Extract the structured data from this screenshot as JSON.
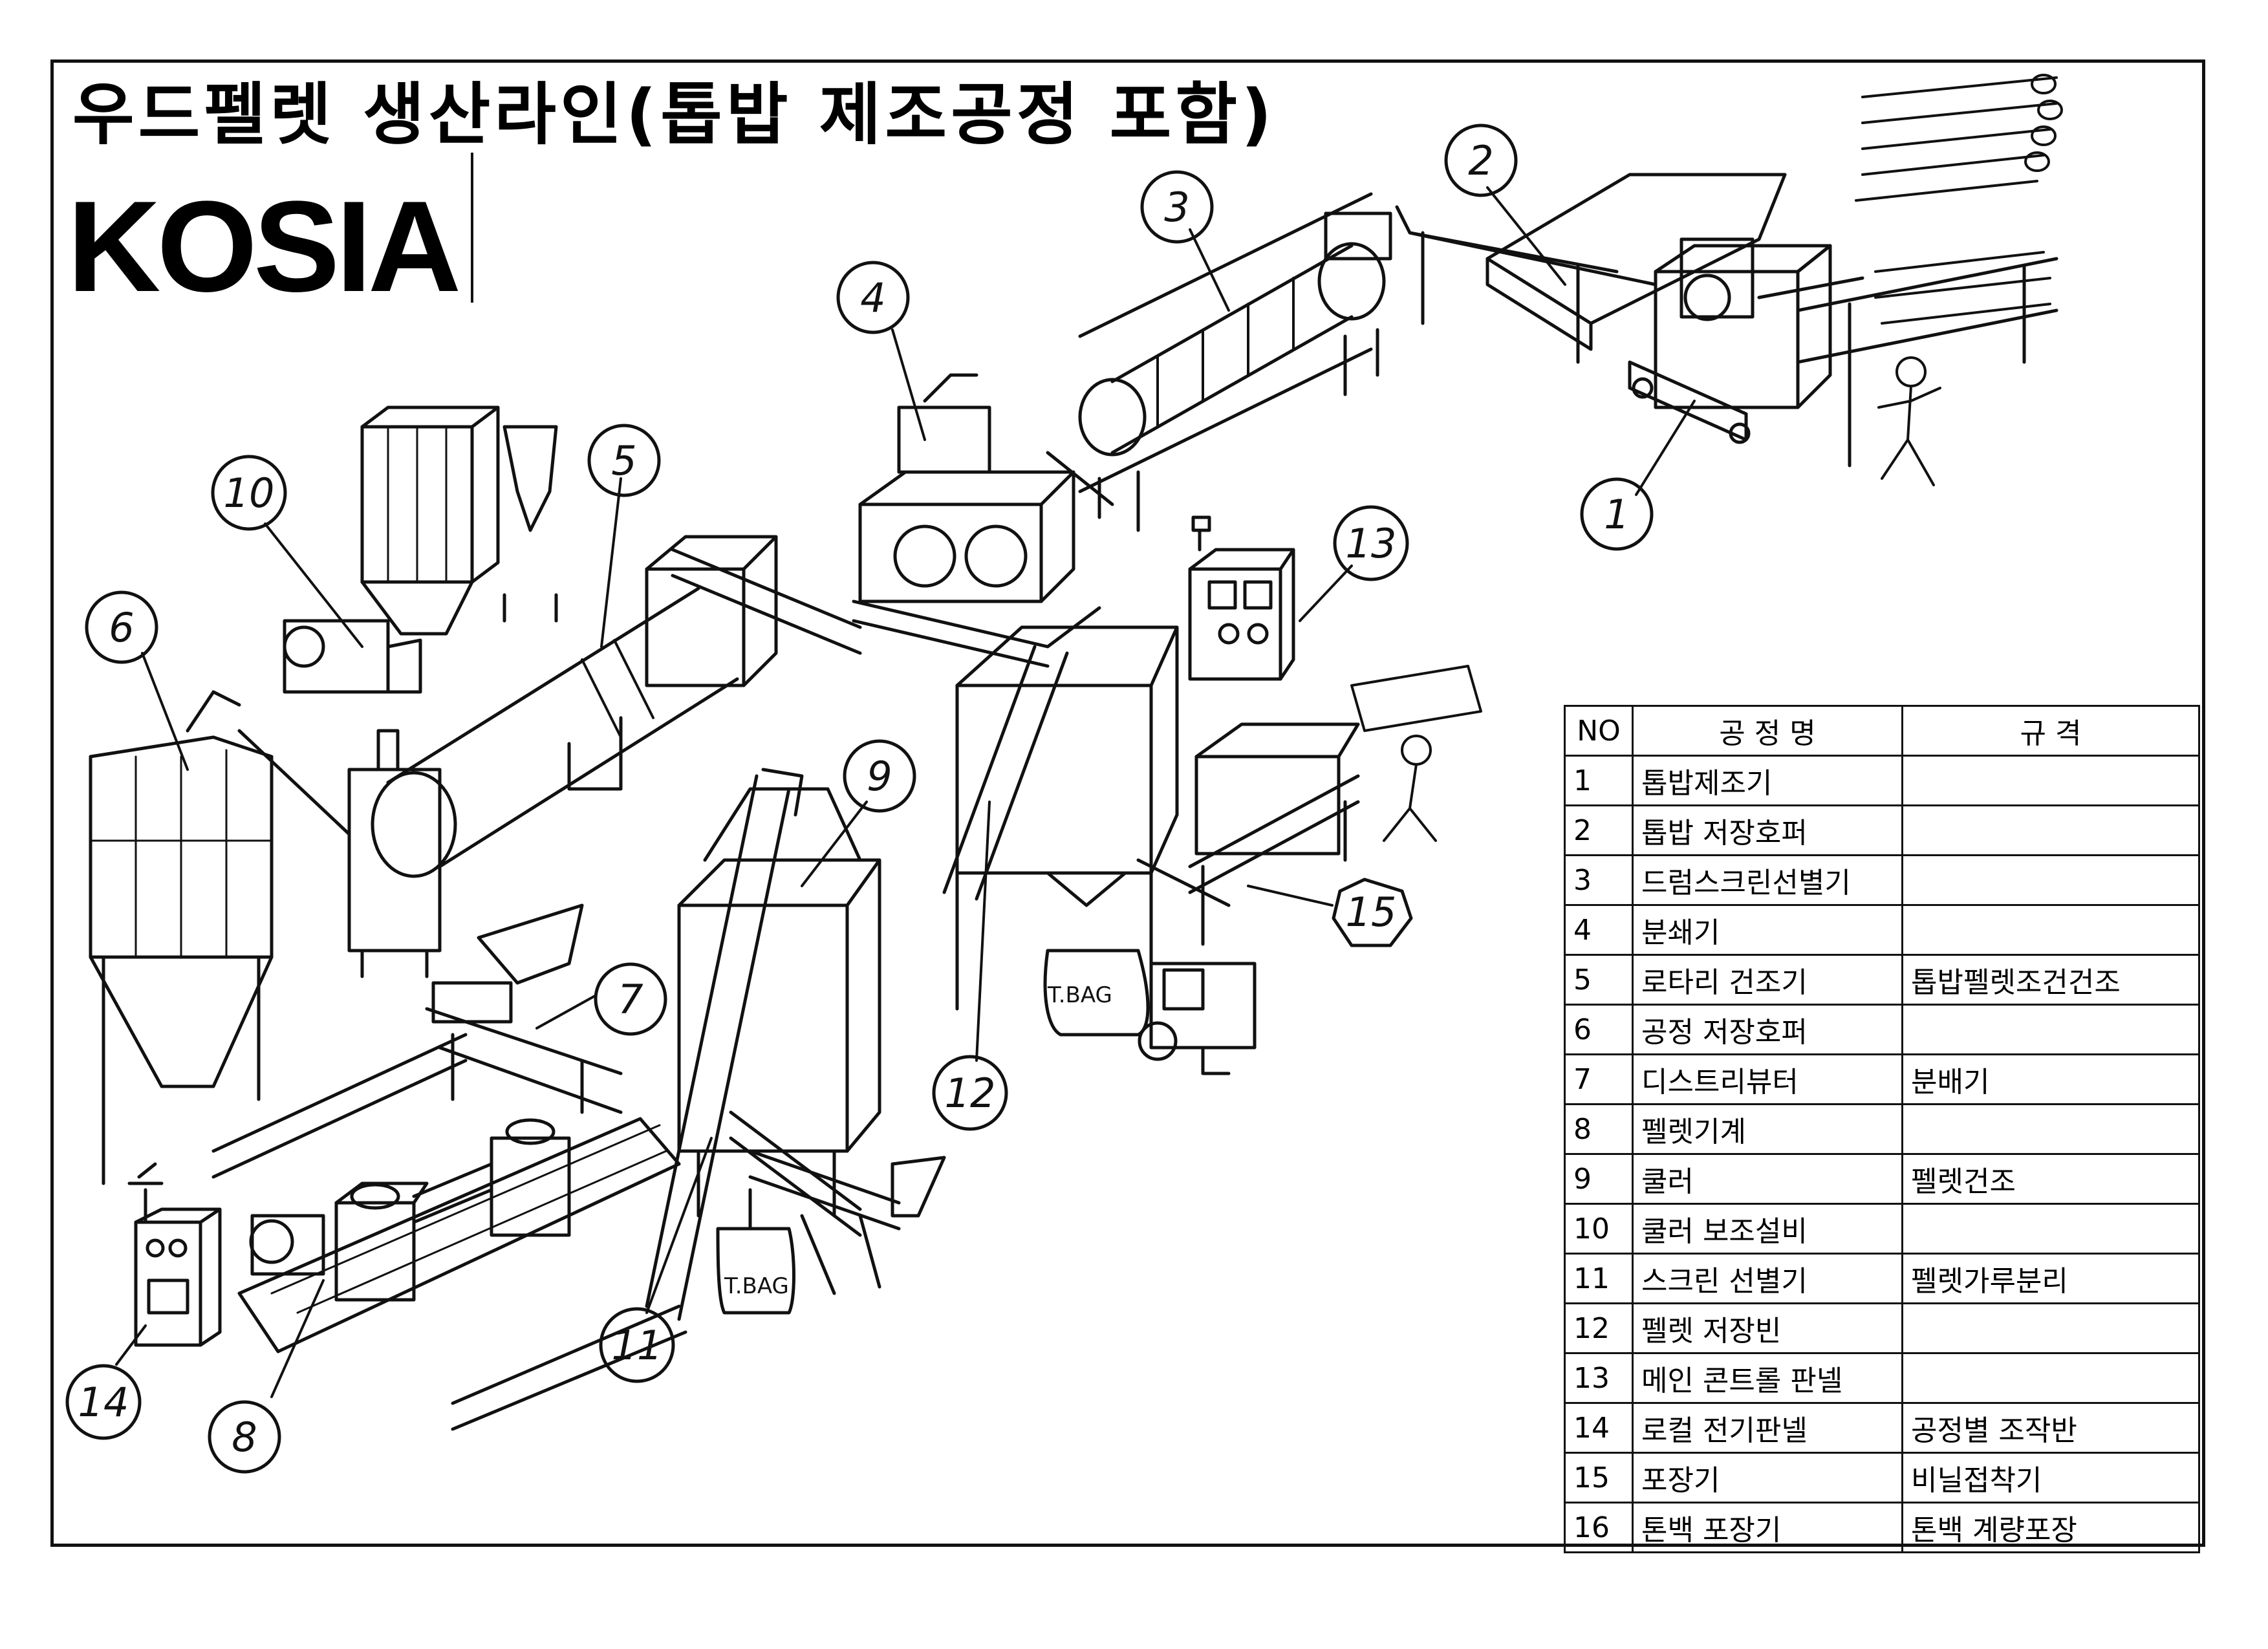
{
  "title": "우드펠렛 생산라인(톱밥 제조공정 포함)",
  "brand": "KOSIA",
  "callouts": [
    {
      "number": "1"
    },
    {
      "number": "2"
    },
    {
      "number": "3"
    },
    {
      "number": "4"
    },
    {
      "number": "5"
    },
    {
      "number": "6"
    },
    {
      "number": "7"
    },
    {
      "number": "8"
    },
    {
      "number": "9"
    },
    {
      "number": "10"
    },
    {
      "number": "11"
    },
    {
      "number": "12"
    },
    {
      "number": "13"
    },
    {
      "number": "14"
    },
    {
      "number": "15"
    }
  ],
  "bag_labels": [
    "T.BAG",
    "T.BAG"
  ],
  "table": {
    "headers": [
      "NO",
      "공 정 명",
      "규 격"
    ],
    "rows": [
      {
        "no": "1",
        "name": "톱밥제조기",
        "spec": ""
      },
      {
        "no": "2",
        "name": "톱밥 저장호퍼",
        "spec": ""
      },
      {
        "no": "3",
        "name": "드럼스크린선별기",
        "spec": ""
      },
      {
        "no": "4",
        "name": "분쇄기",
        "spec": ""
      },
      {
        "no": "5",
        "name": "로타리 건조기",
        "spec": "톱밥펠렛조건건조"
      },
      {
        "no": "6",
        "name": "공정 저장호퍼",
        "spec": ""
      },
      {
        "no": "7",
        "name": "디스트리뷰터",
        "spec": "분배기"
      },
      {
        "no": "8",
        "name": "펠렛기계",
        "spec": ""
      },
      {
        "no": "9",
        "name": "쿨러",
        "spec": "펠렛건조"
      },
      {
        "no": "10",
        "name": "쿨러 보조설비",
        "spec": ""
      },
      {
        "no": "11",
        "name": "스크린 선별기",
        "spec": "펠렛가루분리"
      },
      {
        "no": "12",
        "name": "펠렛 저장빈",
        "spec": ""
      },
      {
        "no": "13",
        "name": "메인 콘트롤 판넬",
        "spec": ""
      },
      {
        "no": "14",
        "name": "로컬 전기판넬",
        "spec": "공정별 조작반"
      },
      {
        "no": "15",
        "name": "포장기",
        "spec": "비닐접착기"
      },
      {
        "no": "16",
        "name": "톤백 포장기",
        "spec": "톤백 계량포장"
      }
    ]
  }
}
